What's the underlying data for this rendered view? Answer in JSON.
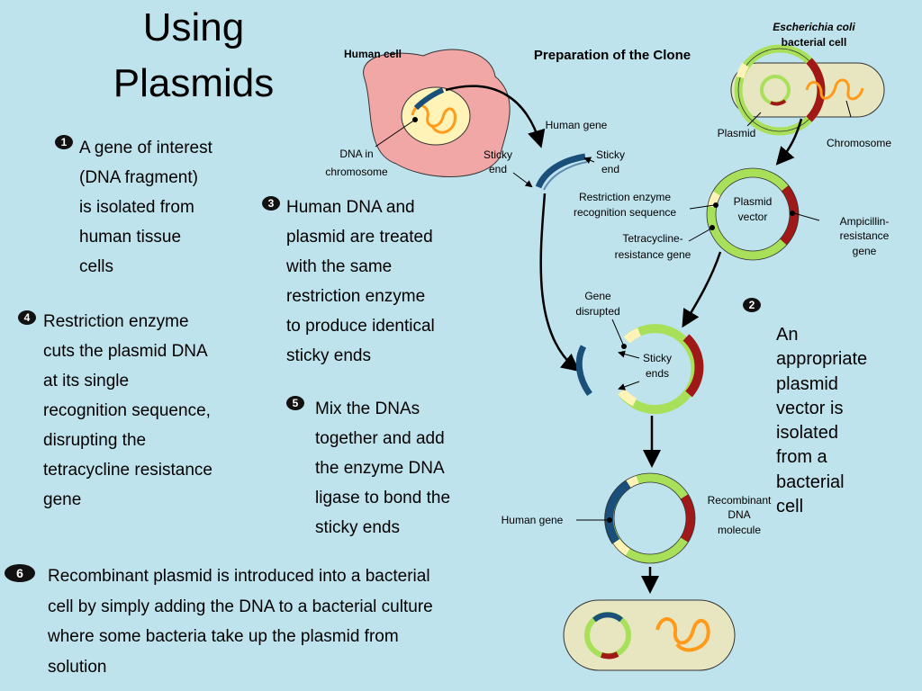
{
  "title": [
    "Using",
    "Plasmids"
  ],
  "heading": "Preparation of the Clone",
  "steps": {
    "s1": {
      "num": "1",
      "lines": [
        "A gene of interest",
        "(DNA fragment)",
        "is isolated from",
        "human tissue",
        "cells"
      ]
    },
    "s2": {
      "num": "2",
      "lines": [
        "An",
        "appropriate",
        "plasmid",
        "vector is",
        "isolated",
        "from a",
        "bacterial",
        "cell"
      ]
    },
    "s3": {
      "num": "3",
      "lines": [
        "Human DNA and",
        "plasmid are treated",
        "with the same",
        "restriction enzyme",
        "to produce identical",
        "sticky ends"
      ]
    },
    "s4": {
      "num": "4",
      "lines": [
        "Restriction enzyme",
        "cuts the plasmid DNA",
        "at its single",
        "recognition sequence,",
        "disrupting the",
        "tetracycline resistance",
        "gene"
      ]
    },
    "s5": {
      "num": "5",
      "lines": [
        "Mix the DNAs",
        "together and add",
        "the enzyme DNA",
        "ligase to bond the",
        "sticky ends"
      ]
    },
    "s6": {
      "num": "6",
      "lines": [
        "Recombinant plasmid is introduced into a bacterial",
        "cell by simply adding the DNA to a bacterial culture",
        "where some bacteria take up the plasmid from",
        "solution"
      ]
    }
  },
  "labels": {
    "human_cell": "Human cell",
    "dna_in": "DNA in",
    "chromosome_word": "chromosome",
    "human_gene": "Human gene",
    "sticky_end_left": [
      "Sticky",
      "end"
    ],
    "sticky_end_right": [
      "Sticky",
      "end"
    ],
    "ecoli": [
      "Escherichia coli",
      "bacterial cell"
    ],
    "plasmid": "Plasmid",
    "chromosome": "Chromosome",
    "restriction": [
      "Restriction enzyme",
      "recognition sequence"
    ],
    "plasmid_vector": [
      "Plasmid",
      "vector"
    ],
    "ampicillin": [
      "Ampicillin-",
      "resistance",
      "gene"
    ],
    "tetracycline": [
      "Tetracycline-",
      "resistance gene"
    ],
    "gene_disrupted": [
      "Gene",
      "disrupted"
    ],
    "sticky_ends": [
      "Sticky",
      "ends"
    ],
    "recombinant": [
      "Recombinant",
      "DNA",
      "molecule"
    ],
    "human_gene_2": "Human gene"
  },
  "colors": {
    "background": "#bfe3ed",
    "plasmid_green": "#a8e05a",
    "plasmid_edge": "#333333",
    "ampicillin_red": "#a01818",
    "human_gene_blue": "#1a4f7a",
    "human_cell_pink": "#f2a7a7",
    "nucleus_yellow": "#fff3b8",
    "chromosome_orange": "#ff9a1a",
    "bacterium_tan": "#e8e6c0"
  }
}
